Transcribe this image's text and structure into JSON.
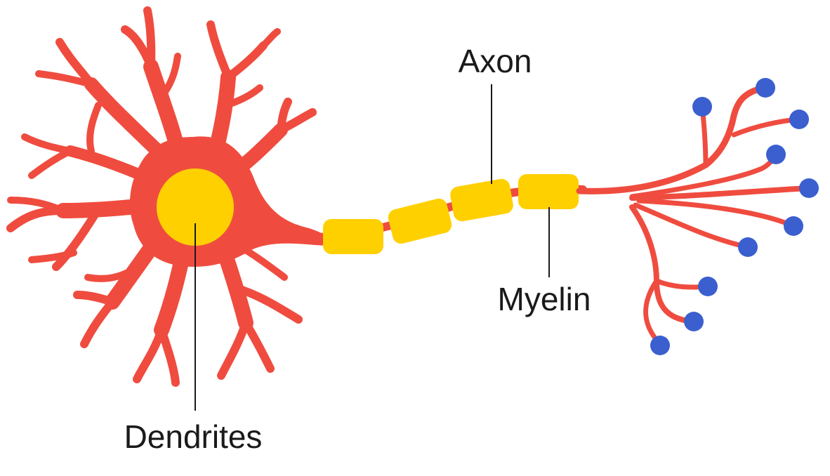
{
  "labels": {
    "axon": "Axon",
    "myelin": "Myelin",
    "dendrites": "Dendrites"
  },
  "colors": {
    "neuron": "#EF4C3F",
    "myelin": "#FFD000",
    "nucleus": "#FFD000",
    "terminal": "#3B5FCF",
    "text": "#1a1a1a",
    "background": "#ffffff"
  }
}
